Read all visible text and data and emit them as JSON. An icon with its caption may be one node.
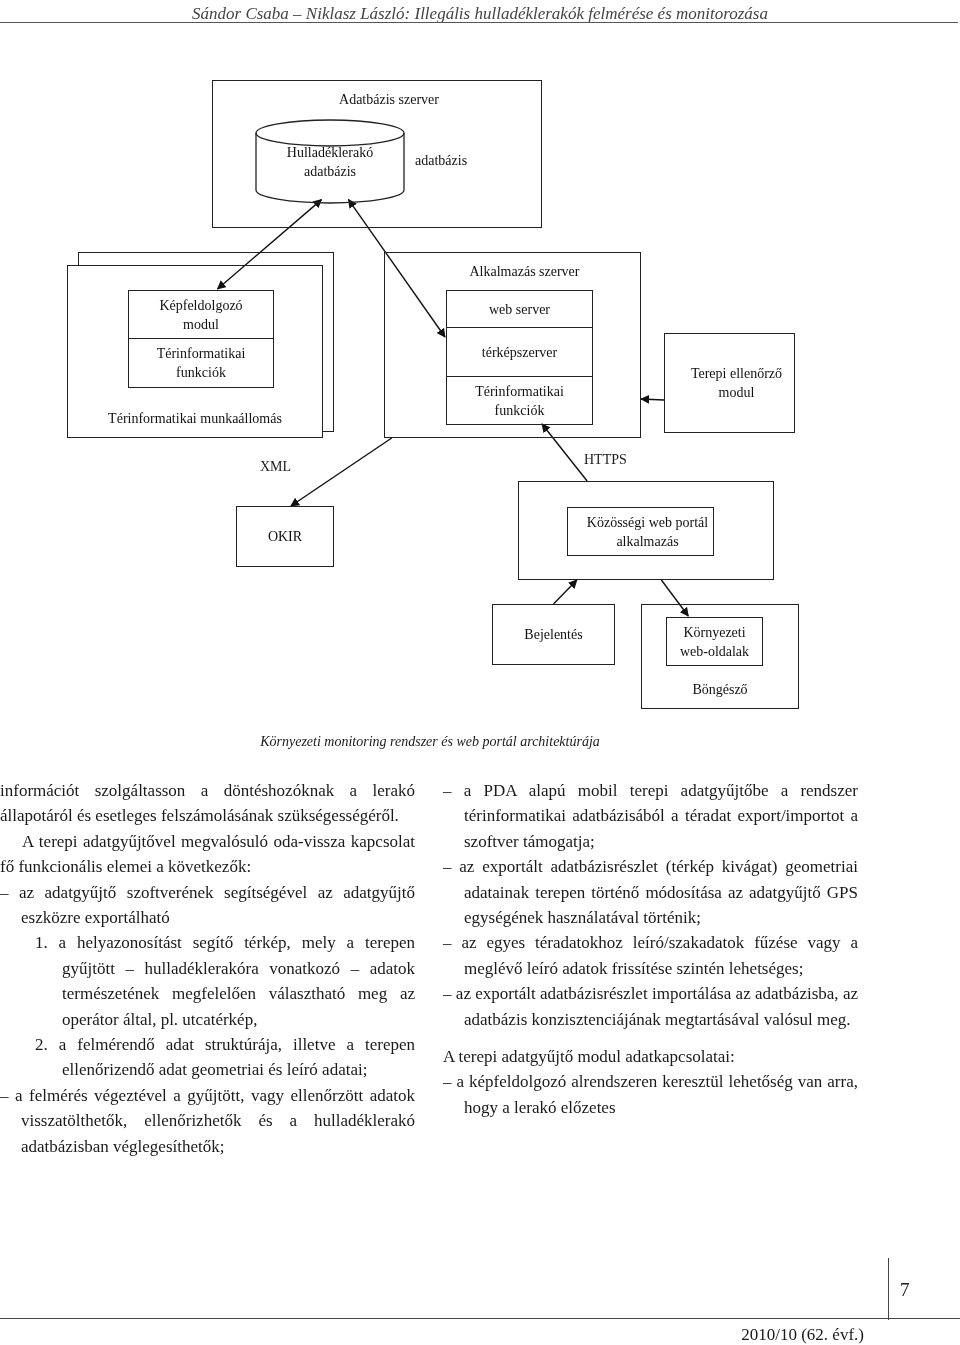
{
  "diagram": {
    "caption": "Környezeti monitoring rendszer és web portál architektúrája",
    "nodes": [
      {
        "text": [
          "Adatbázis szerver"
        ]
      },
      {
        "text": [
          "Hulladéklerakó adatbázis"
        ],
        "in": 0,
        "beside": [
          "adatbázis"
        ]
      },
      {
        "text": [
          "Térinformatikai munkaállomás"
        ]
      },
      {
        "text": [
          "Képfeldolgozó modul"
        ],
        "in": 2
      },
      {
        "text": [
          "Térinformatikai funkciók"
        ],
        "in": 2
      },
      {
        "text": [
          "Alkalmazás szerver"
        ]
      },
      {
        "text": [
          "web server"
        ],
        "in": 5
      },
      {
        "text": [
          "térképszerver"
        ],
        "in": 5
      },
      {
        "text": [
          "Térinformatikai funkciók"
        ],
        "in": 5
      },
      {
        "text": [
          "Terepi ellenőrző modul"
        ]
      },
      {
        "text": [
          "OKIR"
        ]
      },
      {
        "text": [],
        "shape": "box"
      },
      {
        "text": [
          "Közösségi web portál alkalmazás"
        ],
        "in": 11
      },
      {
        "text": [
          "Bejelentés"
        ]
      },
      {
        "text": [
          "Böngésző"
        ]
      },
      {
        "text": [
          "Környezeti web-oldalak"
        ],
        "in": 14
      }
    ],
    "edges": [
      {
        "from": 1,
        "to": 3,
        "arrow": "both"
      },
      {
        "from": 1,
        "to": 7,
        "arrow": "both"
      },
      {
        "from": 5,
        "to": 10,
        "arrow": "to",
        "label": "XML"
      },
      {
        "from": 11,
        "to": 8,
        "arrow": "to",
        "label": "HTTPS"
      },
      {
        "from": 9,
        "to": 5,
        "arrow": "to"
      },
      {
        "from": 13,
        "to": 11,
        "arrow": "to"
      },
      {
        "from": 11,
        "to": 15,
        "arrow": "to"
      }
    ],
    "labels": [
      "Sándor Csaba – Niklasz László: Illegális hulladéklerakók felmérése és monitorozása",
      "információt szolgáltasson a döntéshozóknak a lerakó állapotáról és esetleges felszámolásának szükségességéről.",
      "A terepi adatgyűjtővel megvalósuló oda-vissza kapcsolat fő funkcionális elemei a következők:",
      "– az adatgyűjtő szoftverének segítségével az adatgyűjtő eszközre exportálható",
      "1. a helyazonosítást segítő térkép, mely a terepen gyűjtött – hulladéklerakóra vonatkozó – adatok természetének megfelelően választható meg az operátor által, pl. utcatérkép,",
      "2. a felmérendő adat struktúrája, illetve a terepen ellenőrizendő adat geometriai és leíró adatai;",
      "– a felmérés végeztével a gyűjtött, vagy ellenőrzött adatok visszatölthetők, ellenőrizhetők és a hulladéklerakó adatbázisban véglegesíthetők;",
      "– a PDA alapú mobil terepi adatgyűjtőbe a rendszer térinformatikai adatbázisából a téradat export/importot a szoftver támogatja;",
      "– az exportált adatbázisrészlet (térkép kivágat) geometriai adatainak terepen történő módosítása az adatgyűjtő GPS egységének használatával történik;",
      "– az egyes téradatokhoz leíró/szakadatok fűzése vagy a meglévő leíró adatok frissítése szintén lehetséges;",
      "– az exportált adatbázisrészlet importálása az adatbázisba, az adatbázis konzisztenciájának megtartásával valósul meg.",
      "A terepi adatgyűjtő modul adatkapcsolatai:",
      "– a képfeldolgozó alrendszeren keresztül lehetőség van arra, hogy a lerakó előzetes",
      "7",
      "2010/10 (62. évf.)"
    ]
  }
}
